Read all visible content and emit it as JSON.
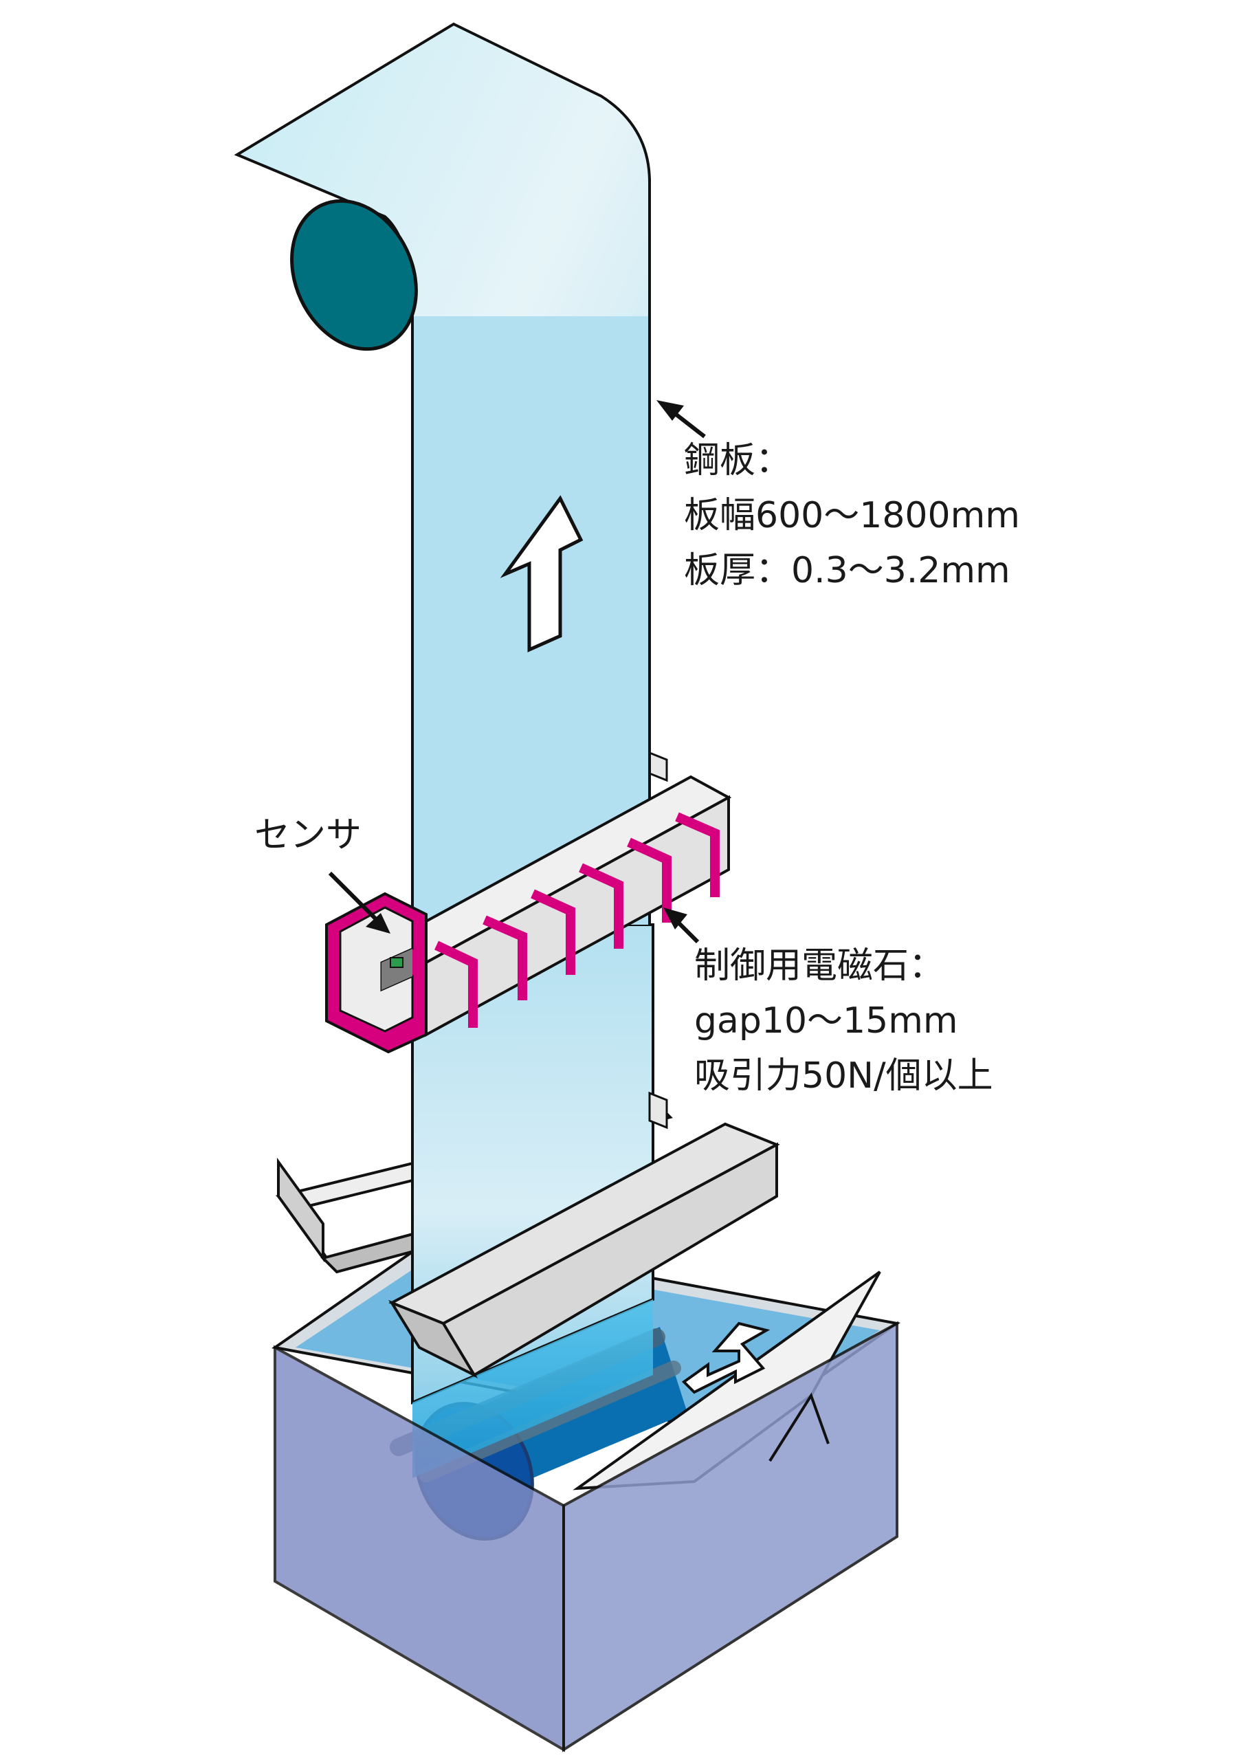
{
  "steel_sheet": {
    "title": "鋼板：",
    "width": "板幅600～1800mm",
    "thickness": "板厚：0.3～3.2mm"
  },
  "sensor": {
    "label": "センサ"
  },
  "magnet": {
    "title": "制御用電磁石：",
    "gap": "gap10～15mm",
    "force": "吸引力50N/個以上"
  },
  "colors": {
    "sheet": "#b3e0f0",
    "roll": "#00707f",
    "coil": "#d6007f",
    "bath": "#7f8cc4",
    "sink_roll": "#0b4fa0",
    "frame": "#dcdcdc"
  }
}
